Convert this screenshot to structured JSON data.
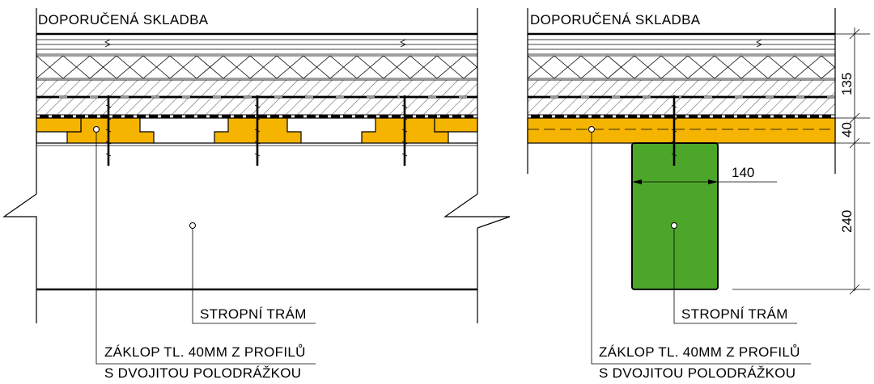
{
  "diagram_title": "",
  "left_detail": {
    "heading": "DOPORUČENÁ SKLADBA",
    "label_beam": "STROPNÍ TRÁM",
    "label_boards_line1": "ZÁKLOP TL. 40MM Z PROFILŮ",
    "label_boards_line2": "S DVOJITOU POLODRÁŽKOU"
  },
  "right_detail": {
    "heading": "DOPORUČENÁ SKLADBA",
    "label_beam": "STROPNÍ TRÁM",
    "label_boards_line1": "ZÁKLOP TL. 40MM Z PROFILŮ",
    "label_boards_line2": "S DVOJITOU POLODRÁŽKOU"
  },
  "dimensions": {
    "layer_thickness": "135",
    "board_thickness": "40",
    "beam_height": "240",
    "beam_width": "140"
  },
  "colors": {
    "boards": "#f5b400",
    "beam": "#4ca62a",
    "lines": "#000000"
  }
}
